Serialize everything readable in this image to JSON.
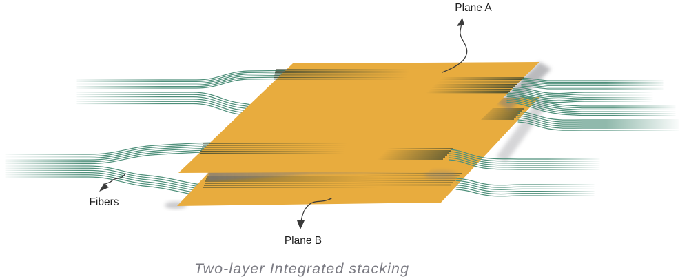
{
  "labels": {
    "plane_a": "Plane A",
    "plane_b": "Plane B",
    "fibers": "Fibers"
  },
  "caption": "Two-layer Integrated stacking",
  "colors": {
    "plane": "#E8AC3E",
    "fiber": "#4E8F7A",
    "streak": "#35422F",
    "shadow": "#77777E",
    "arrow": "#3A3A3A",
    "label_text": "#1E1E1E",
    "caption_text": "#7B7B83"
  }
}
